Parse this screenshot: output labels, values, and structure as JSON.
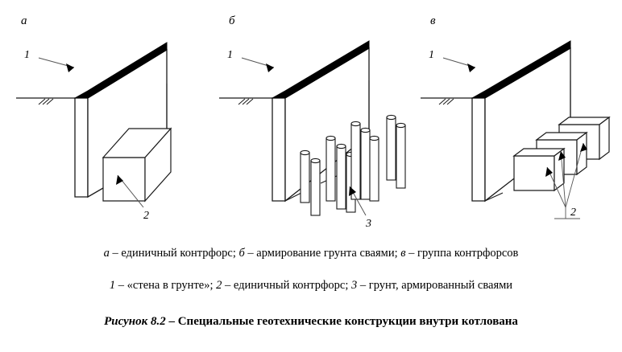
{
  "figure": {
    "panels": [
      {
        "id": "a",
        "letter": "а",
        "refs": [
          "1",
          "2"
        ]
      },
      {
        "id": "b",
        "letter": "б",
        "refs": [
          "1",
          "3"
        ]
      },
      {
        "id": "c",
        "letter": "в",
        "refs": [
          "1",
          "2"
        ]
      }
    ],
    "captions": {
      "line1_parts": {
        "a_letter": "а",
        "a_text": " – единичный контрфорс; ",
        "b_letter": "б",
        "b_text": " – армирование грунта сваями; ",
        "c_letter": "в",
        "c_text": " – группа контрфорсов"
      },
      "line2_parts": {
        "n1": "1",
        "n1_text": " – «стена в грунте»; ",
        "n2": "2",
        "n2_text": " – единичный контрфорс; ",
        "n3": "3",
        "n3_text": " – грунт, армированный сваями"
      }
    },
    "title": {
      "number": "Рисунок 8.2",
      "dash": " – ",
      "text": "Специальные геотехнические конструкции внутри котлована"
    },
    "labels": {
      "panel_a_letter": "а",
      "panel_b_letter": "б",
      "panel_c_letter": "в",
      "a_ref_wall": "1",
      "a_ref_buttress": "2",
      "b_ref_wall": "1",
      "b_ref_piles": "3",
      "c_ref_wall": "1",
      "c_ref_buttresses": "2"
    },
    "colors": {
      "stroke": "#1a1a1a",
      "wall_cap_fill": "#000000",
      "face_fill": "#ffffff",
      "leader": "#555555",
      "background": "#ffffff"
    },
    "geometry": {
      "pile_count_panel_b": 10,
      "buttress_count_panel_c": 3,
      "buttress_count_panel_a": 1
    }
  }
}
